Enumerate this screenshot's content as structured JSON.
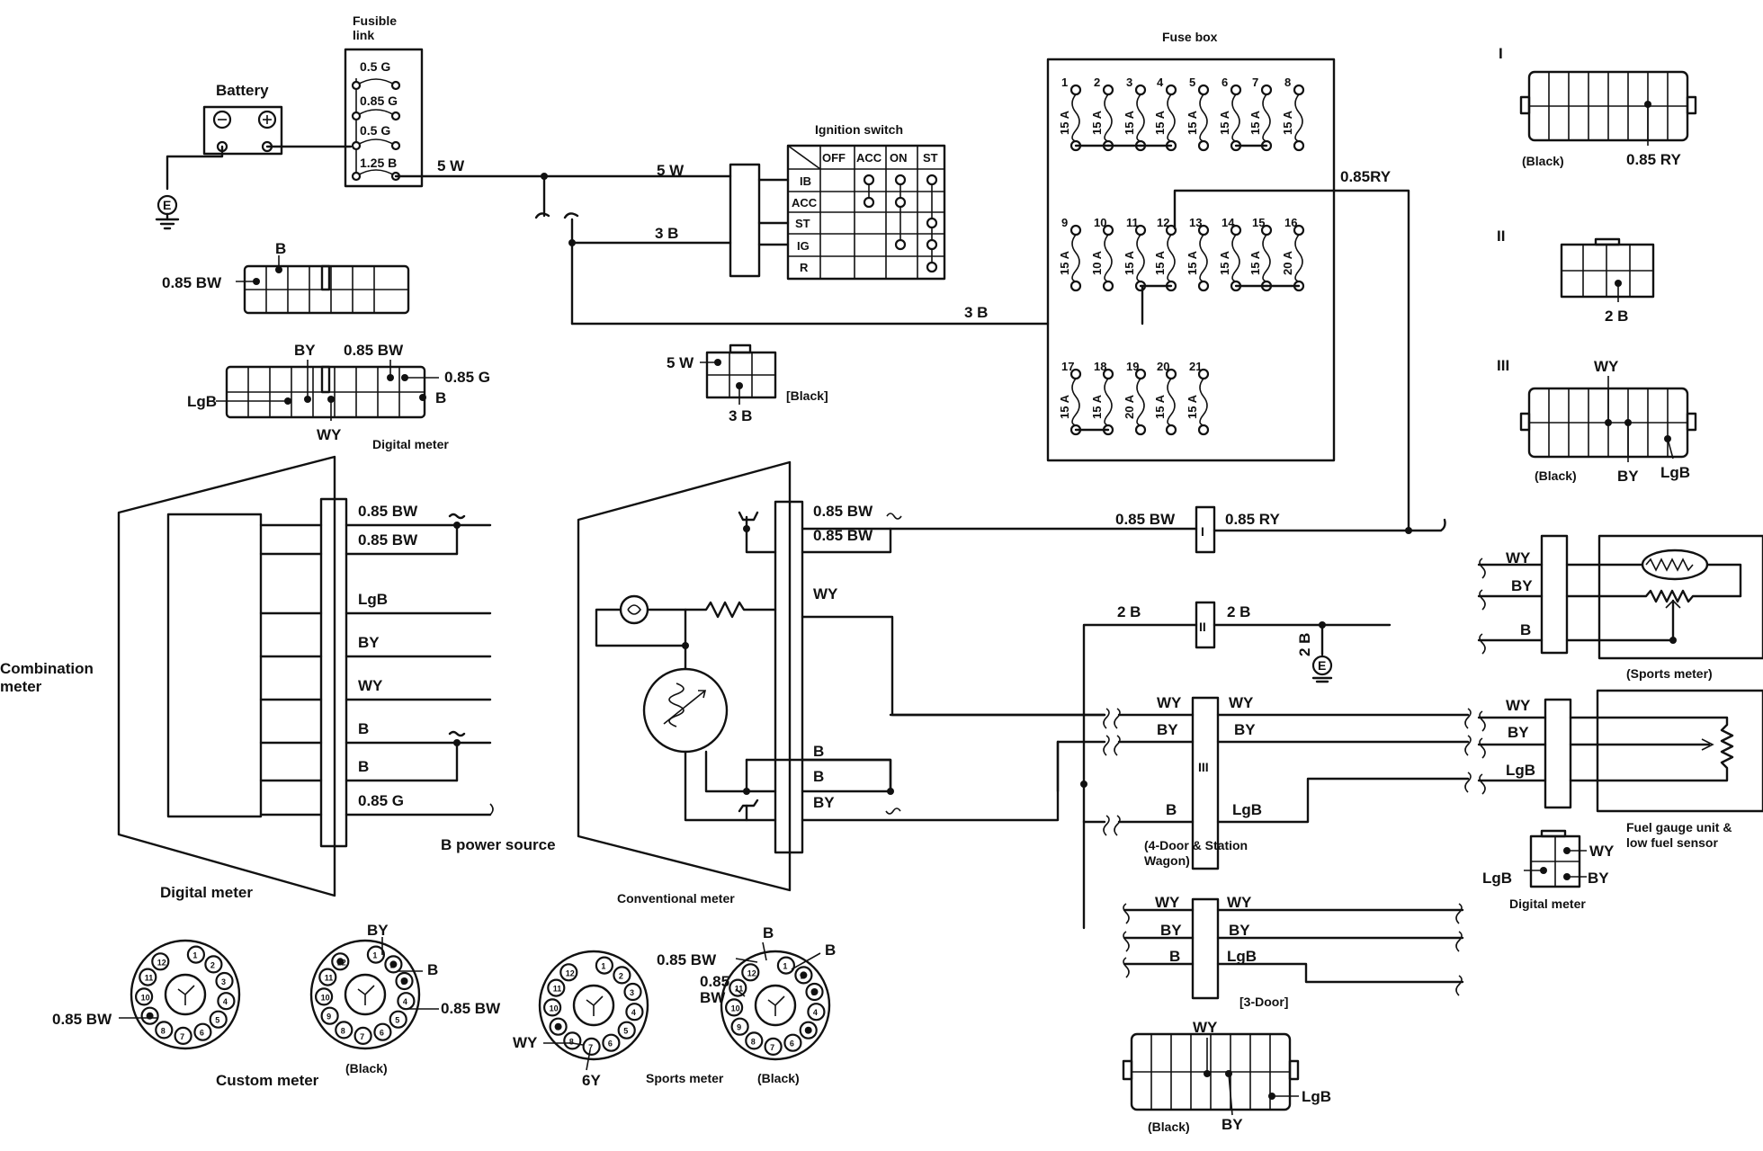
{
  "labels": {
    "fusible_link_title": "Fusible\nlink",
    "fusible_rows": [
      "0.5  G",
      "0.85 G",
      "0.5  G",
      "1.25 B"
    ],
    "battery": "Battery",
    "wire_5w": "5 W",
    "wire_3b": "3 B",
    "ignition_switch": "Ignition switch",
    "ignition_cols": [
      "OFF",
      "ACC",
      "ON",
      "ST"
    ],
    "ignition_rows": [
      "IB",
      "ACC",
      "ST",
      "IG",
      "R"
    ],
    "fuse_box": "Fuse box",
    "fuses_row1": [
      "1",
      "2",
      "3",
      "4",
      "5",
      "6",
      "7",
      "8"
    ],
    "fuses_row2": [
      "9",
      "10",
      "11",
      "12",
      "13",
      "14",
      "15",
      "16"
    ],
    "fuses_row3": [
      "17",
      "18",
      "19",
      "20",
      "21"
    ],
    "ratings_row1": [
      "15 A",
      "15 A",
      "15 A",
      "15 A",
      "15 A",
      "15 A",
      "15 A",
      "15 A"
    ],
    "ratings_row2": [
      "15 A",
      "10 A",
      "15 A",
      "15 A",
      "15 A",
      "15 A",
      "15 A",
      "20 A"
    ],
    "ratings_row3": [
      "15 A",
      "15 A",
      "20 A",
      "15 A",
      "15 A"
    ],
    "w_085ry": "0.85RY",
    "roman": [
      "I",
      "II",
      "III"
    ],
    "black": "(Black)",
    "black_bracket": "[Black]",
    "w_085ry_spaced": "0.85 RY",
    "w_2b": "2 B",
    "w_b": "B",
    "w_085bw": "0.85 BW",
    "w_by": "BY",
    "w_wy": "WY",
    "w_085g": "0.85 G",
    "w_lgb": "LgB",
    "w_3b_conn": "3 B",
    "digital_meter": "Digital meter",
    "digital_meter_big": "Digital  meter",
    "combination_meter": "Combination\nmeter",
    "b_power_source": "B power source",
    "conventional_meter": "Conventional meter",
    "four_door": "(4-Door & Station\nWagon)",
    "three_door": "[3-Door]",
    "sports_meter_paren": "(Sports meter)",
    "fuel_gauge": "Fuel gauge unit &\nlow fuel sensor",
    "custom_meter": "Custom meter",
    "sports_meter": "Sports meter",
    "black_paren_plain": "(Black)",
    "by_6y": "6Y",
    "bw_split": "0.85\nBW",
    "pin_numbers": [
      "1",
      "2",
      "3",
      "4",
      "5",
      "6",
      "7",
      "8",
      "9",
      "10",
      "11",
      "12"
    ]
  }
}
